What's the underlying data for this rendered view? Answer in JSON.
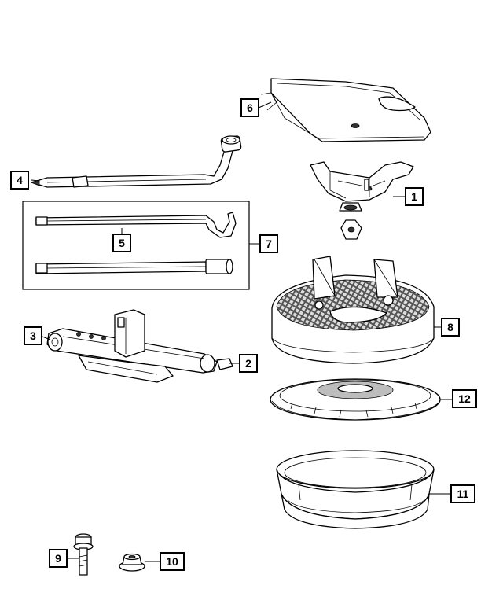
{
  "callouts": [
    {
      "id": "c1",
      "label": "1"
    },
    {
      "id": "c2",
      "label": "2"
    },
    {
      "id": "c3",
      "label": "3"
    },
    {
      "id": "c4",
      "label": "4"
    },
    {
      "id": "c5",
      "label": "5"
    },
    {
      "id": "c6",
      "label": "6"
    },
    {
      "id": "c7",
      "label": "7"
    },
    {
      "id": "c8",
      "label": "8"
    },
    {
      "id": "c9",
      "label": "9"
    },
    {
      "id": "c10",
      "label": "10"
    },
    {
      "id": "c11",
      "label": "11"
    },
    {
      "id": "c12",
      "label": "12"
    }
  ],
  "colors": {
    "line": "#000000",
    "background": "#ffffff",
    "shade": "#bdbdbd",
    "dark": "#333333"
  }
}
